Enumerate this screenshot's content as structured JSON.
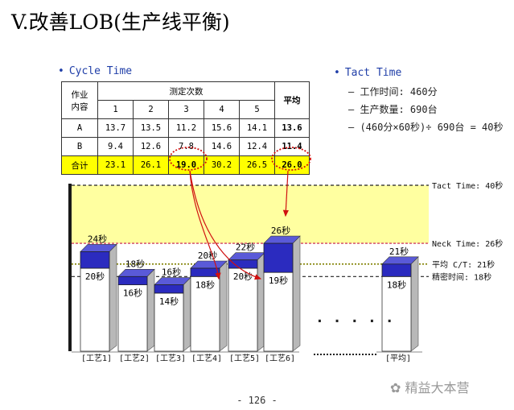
{
  "title": "V.改善LOB(生产线平衡)",
  "cycle_time_heading": "Cycle Time",
  "tact_time_heading": "Tact Time",
  "tact_lines": [
    "– 工作时间: 460分",
    "– 生产数量: 690台",
    "– (460分×60秒)÷ 690台 = 40秒"
  ],
  "table": {
    "col_header_left": [
      "作业",
      "内容"
    ],
    "col_header_mid": "测定次数",
    "col_header_avg": "平均",
    "trial_numbers": [
      "1",
      "2",
      "3",
      "4",
      "5"
    ],
    "rows": [
      {
        "name": "A",
        "values": [
          "13.7",
          "13.5",
          "11.2",
          "15.6",
          "14.1"
        ],
        "avg": "13.6"
      },
      {
        "name": "B",
        "values": [
          "9.4",
          "12.6",
          "7.8",
          "14.6",
          "12.4"
        ],
        "avg": "11.4"
      },
      {
        "name": "合计",
        "values": [
          "23.1",
          "26.1",
          "19.0",
          "30.2",
          "26.5"
        ],
        "avg": "26.0"
      }
    ]
  },
  "chart_data": {
    "type": "bar",
    "categories": [
      "[工艺1]",
      "[工艺2]",
      "[工艺3]",
      "[工艺4]",
      "[工艺5]",
      "[工艺6]",
      "[平均]"
    ],
    "series": [
      {
        "values": [
          20,
          16,
          14,
          18,
          20,
          19,
          18
        ]
      },
      {
        "values": [
          4,
          2,
          2,
          2,
          2,
          7,
          3
        ]
      }
    ],
    "total_labels": [
      "24秒",
      "18秒",
      "16秒",
      "20秒",
      "22秒",
      "26秒",
      "21秒"
    ],
    "base_labels": [
      "20秒",
      "16秒",
      "14秒",
      "18秒",
      "20秒",
      "19秒",
      "18秒"
    ],
    "reference_lines": [
      {
        "label": "Tact Time: 40秒",
        "value": 40
      },
      {
        "label": "Neck Time: 26秒",
        "value": 26
      },
      {
        "label": "平均  C/T: 21秒",
        "value": 21
      },
      {
        "label": "精密时间: 18秒",
        "value": 18
      }
    ],
    "ylim": [
      0,
      42
    ],
    "colors": {
      "top": "#2b2bbf",
      "base": "#ffffff",
      "band": "#ffffa0",
      "axis": "#1a1a1a"
    }
  },
  "page_number": "- 126 -",
  "watermark": "精益大本营"
}
